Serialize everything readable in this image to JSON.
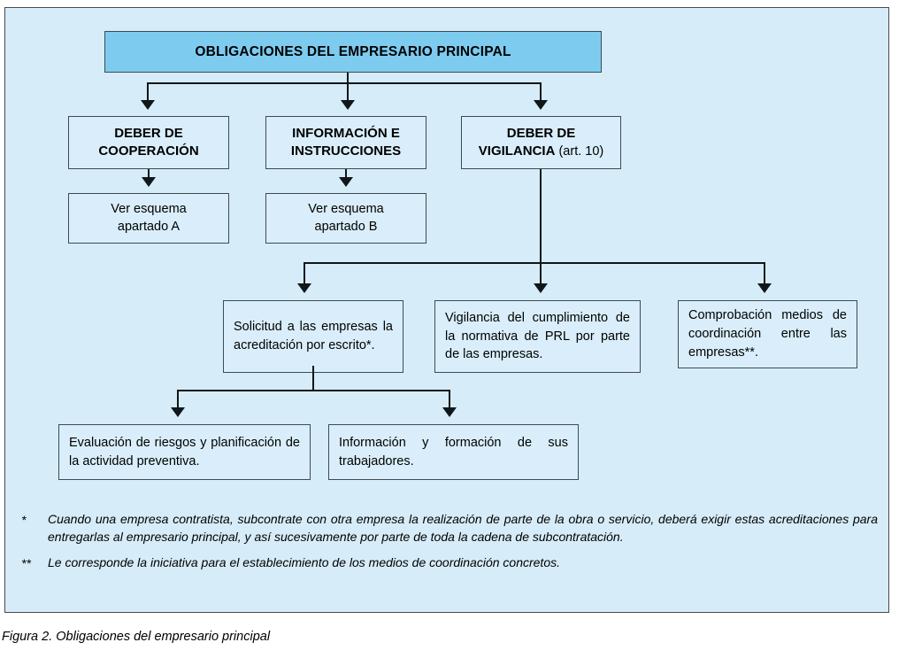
{
  "figure": {
    "caption": "Figura 2. Obligaciones del empresario principal",
    "panel_bg": "#d6ecf8",
    "title_bg": "#7ecbf0",
    "box_bg": "#d9eefa",
    "border_color": "#3d4b53",
    "connector_color": "#10161a"
  },
  "title_box": {
    "label": "OBLIGACIONES DEL EMPRESARIO PRINCIPAL"
  },
  "level2": [
    {
      "id": "cooperacion",
      "line1": "DEBER DE",
      "line2": "COOPERACIÓN",
      "note": ""
    },
    {
      "id": "informacion",
      "line1": "INFORMACIÓN E",
      "line2": "INSTRUCCIONES",
      "note": ""
    },
    {
      "id": "vigilancia",
      "line1": "DEBER DE",
      "line2": "VIGILANCIA",
      "note": " (art. 10)"
    }
  ],
  "level3": [
    {
      "id": "ver-a",
      "line1": "Ver esquema",
      "line2": "apartado A"
    },
    {
      "id": "ver-b",
      "line1": "Ver esquema",
      "line2": "apartado B"
    }
  ],
  "level4": [
    {
      "id": "solicitud",
      "text": "Solicitud a las empresas la acreditación por escrito*."
    },
    {
      "id": "vigilancia-cumplimiento",
      "text": "Vigilancia del cumplimiento de la normativa de PRL por parte de las empresas."
    },
    {
      "id": "comprobacion",
      "text": "Comprobación medios de coordinación entre las empresas**."
    }
  ],
  "level5": [
    {
      "id": "evaluacion",
      "text": "Evaluación de riesgos y planificación de la actividad preventiva."
    },
    {
      "id": "formacion",
      "text": "Información y formación de sus trabajadores."
    }
  ],
  "footnotes": [
    {
      "mark": "*",
      "text": "Cuando una empresa contratista, subcontrate con otra empresa la realización de parte de la obra o servicio, deberá exigir estas acreditaciones para entregarlas al empresario principal, y así sucesivamente por parte de toda la cadena de subcontratación."
    },
    {
      "mark": "**",
      "text": "Le corresponde la iniciativa para el establecimiento de los medios de coordinación concretos."
    }
  ]
}
